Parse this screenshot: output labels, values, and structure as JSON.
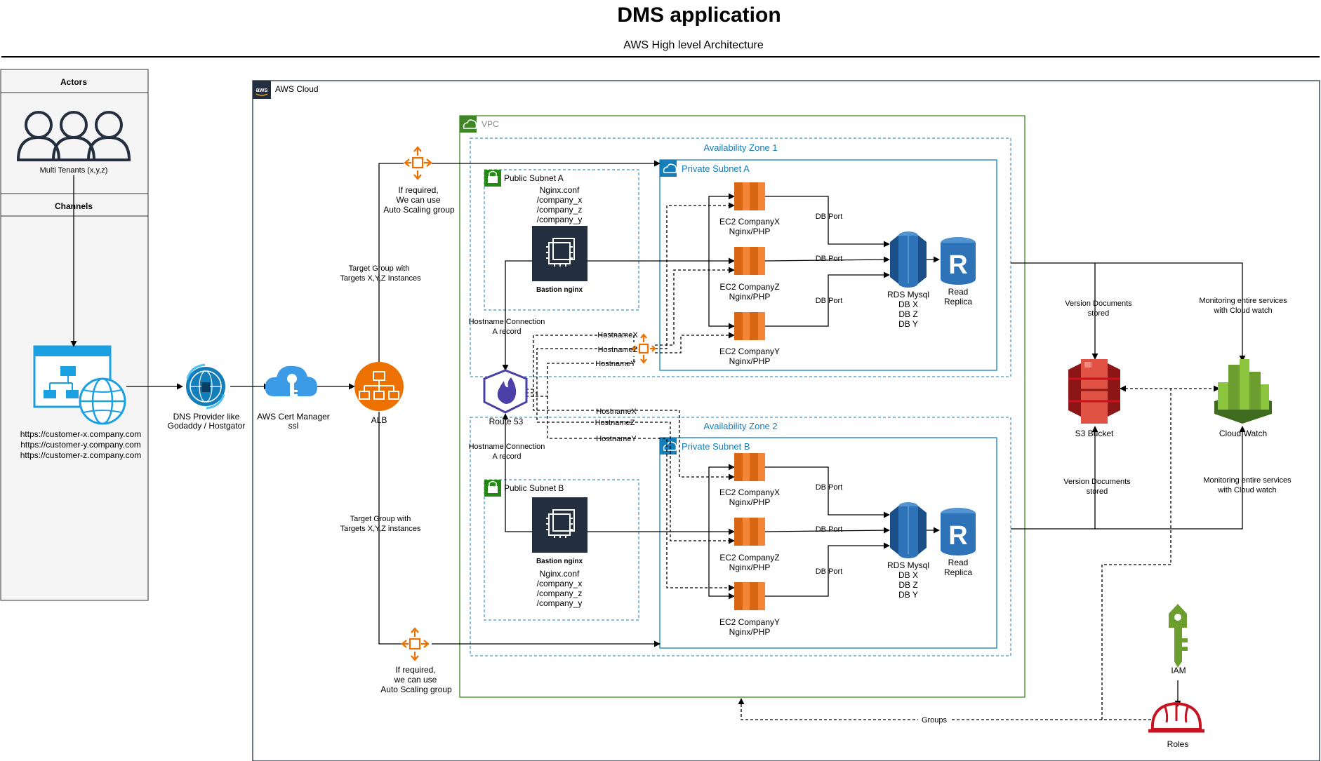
{
  "title": "DMS application",
  "subtitle": "AWS High level Architecture",
  "actors_panel": {
    "actors_header": "Actors",
    "tenants_label": "Multi Tenants (x,y,z)",
    "channels_header": "Channels",
    "urls": [
      "https://customer-x.company.com",
      "https://customer-y.company.com",
      "https://customer-z.company.com"
    ]
  },
  "aws_cloud_label": "AWS Cloud",
  "vpc_label": "VPC",
  "az1_label": "Availability Zone 1",
  "az2_label": "Availability Zone 2",
  "dns": {
    "line1": "DNS Provider like",
    "line2": "Godaddy / Hostgator"
  },
  "cert": {
    "line1": "AWS Cert Manager",
    "line2": "ssl"
  },
  "alb_label": "ALB",
  "route53_label": "Route 53",
  "asg_top": [
    "If required,",
    "We can use",
    "Auto Scaling group"
  ],
  "asg_bottom": [
    "If required,",
    "we can use",
    "Auto Scaling group"
  ],
  "target_group_top": [
    "Target Group with",
    "Targets X,Y,Z Instances"
  ],
  "target_group_bottom": [
    "Target Group with",
    "Targets X,Y,Z instances"
  ],
  "hostname_conn_a": [
    "Hostname Connection",
    "A record"
  ],
  "hostname_conn_b": [
    "Hostname Connection",
    "A record"
  ],
  "public_subnet_a": {
    "label": "Public Subnet A",
    "conf": [
      "Nginx.conf",
      "/company_x",
      "/company_z",
      "/company_y"
    ],
    "bastion": "Bastion nginx"
  },
  "public_subnet_b": {
    "label": "Public Subnet B",
    "conf": [
      "Nginx.conf",
      "/company_x",
      "/company_z",
      "/company_y"
    ],
    "bastion": "Bastion nginx"
  },
  "private_subnet_a": {
    "label": "Private Subnet A",
    "ec2": [
      [
        "EC2 CompanyX",
        "Nginx/PHP"
      ],
      [
        "EC2 CompanyZ",
        "Nginx/PHP"
      ],
      [
        "EC2 CompanyY",
        "Nginx/PHP"
      ]
    ],
    "rds": [
      "RDS Mysql",
      "DB X",
      "DB Z",
      "DB Y"
    ],
    "replica": [
      "Read",
      "Replica"
    ]
  },
  "private_subnet_b": {
    "label": "Private Subnet B",
    "ec2": [
      [
        "EC2 CompanyX",
        "Nginx/PHP"
      ],
      [
        "EC2 CompanyZ",
        "Nginx/PHP"
      ],
      [
        "EC2 CompanyY",
        "Nginx/PHP"
      ]
    ],
    "rds": [
      "RDS Mysql",
      "DB X",
      "DB Z",
      "DB Y"
    ],
    "replica": [
      "Read",
      "Replica"
    ]
  },
  "db_port_label": "DB Port",
  "hostnames_top": [
    "HostnameX",
    "HostnameZ",
    "HostnameY"
  ],
  "hostnames_bottom": [
    "HostnameX",
    "HostnameZ",
    "HostnameY"
  ],
  "s3_label": "S3 Bucket",
  "cloudwatch_label": "Cloud Watch",
  "version_docs": [
    "Version Documents",
    "stored"
  ],
  "monitoring_top": [
    "Monitoring entire services",
    "with Cloud watch"
  ],
  "monitoring_bottom": [
    "Monitoring entire services",
    "with Cloud watch"
  ],
  "iam_label": "IAM",
  "roles_label": "Roles",
  "groups_label": "Groups",
  "colors": {
    "aws_orange": "#ed7100",
    "azure_blue": "#147eba",
    "vpc_green": "#3f8624",
    "s3_red": "#c7131f",
    "cloudwatch_green": "#6b9e2e",
    "rds_blue": "#2e73b8",
    "role_red": "#c7131f"
  }
}
